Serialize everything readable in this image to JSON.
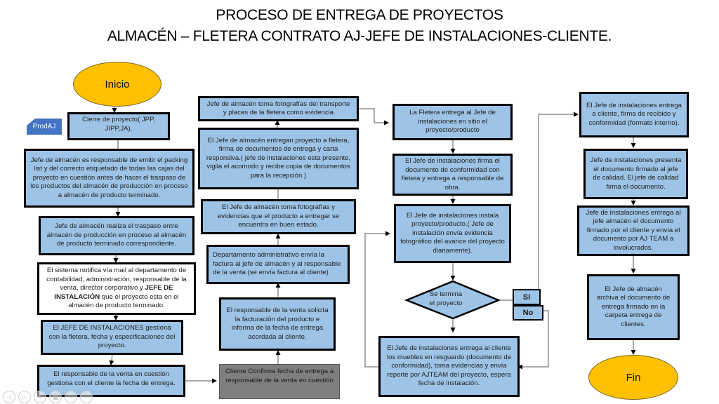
{
  "title": {
    "line1": "PROCESO DE ENTREGA DE PROYECTOS",
    "line2": "ALMACÉN – FLETERA CONTRATO AJ-JEFE DE INSTALACIONES-CLIENTE."
  },
  "colors": {
    "process_fill": "#9dc3e6",
    "terminal_fill": "#ffc000",
    "tag_fill": "#4472c4",
    "client_fill": "#7f7f7f"
  },
  "tag": {
    "label": "ProdAJ"
  },
  "start": {
    "label": "Inicio"
  },
  "end": {
    "label": "Fin"
  },
  "column1": [
    {
      "text": "Cierre de proyecto( JPP, JIPP,JA)."
    },
    {
      "text": "Jefe de almacén es responsable de emitir el packing list y del correcto etiquetado de todas las cajas del proyecto en cuestión antes de hacer el traspaso de los productos del almacén de producción en proceso a almacén de producto terminado."
    },
    {
      "text": "Jefe de almacén realiza el traspaso entre almacén de producción en proceso al almacén de producto terminado correspondiente."
    },
    {
      "text_before": "El sistema notifica vía mail al departamento de contabilidad, administración, responsable de la venta, director corporativo y ",
      "text_bold": "JEFE DE INSTALACIÓN",
      "text_after": " que el proyecto esta en el almacén de producto terminado."
    },
    {
      "text": "El JEFE DE INSTALACIONES gestiona con la fletera, fecha y especificaciones del proyecto."
    },
    {
      "text": "El responsable de la venta en cuestión gestiona con el cliente la fecha de entrega."
    }
  ],
  "column2": [
    {
      "text": "Jefe de almacén toma fotografías del transporte y placas de la fletera como evidencia"
    },
    {
      "text": "El Jefe de almacén entregan proyecto a fletera, firma de documentos de entrega y carta responsiva.( jefe de instalaciones esta presente, vigila el acomodo y recibe copia de documentos para la recepción )"
    },
    {
      "text": "El Jefe de almacén toma fotografías y evidencias que el producto a entregar se encuentra en buen estado."
    },
    {
      "text": "Departamento administrativo envía la factura al jefe de almacén y al responsable de la venta (se envía factura al cliente)"
    },
    {
      "text": "El responsable de la venta solicita la facturación del producto e informa de la fecha de entrega acordada al cliente."
    },
    {
      "text": "Cliente Confirma fecha de entrega a responsable de la venta en cuestión"
    }
  ],
  "column3": [
    {
      "text": "La Fletera entrega al Jefe de instalaciones en sitio el proyecto/producto"
    },
    {
      "text": "El Jefe de instalaciones firma el documento de conformidad con fletera y  entrega a responsable de obra."
    },
    {
      "text": "El Jefe de instalaciones instala proyecto/producto.( Jefe de instalación envía evidencia fotográfico del avance del proyecto diariamente)."
    },
    {
      "text": "El Jefe de instalaciones entrega al cliente los muebles en resguardo (documento de conformidad), toma evidencias y envía reporte por AJTEAM del proyecto, espera fecha de instalación."
    }
  ],
  "decision": {
    "text_line1": "Se termina",
    "text_line2": "el proyecto",
    "yes": "Si",
    "no": "No"
  },
  "column4": [
    {
      "text": "El Jefe de instalaciones entrega a cliente, firma de recibido y conformidad (formato interno)."
    },
    {
      "text": "Jefe de instalaciones presenta el documento firmado al jefe de calidad. El jefe de calidad firma el documento."
    },
    {
      "text": "Jefe de instalaciones entrega al jefe almacén el  documento firmado por el cliente  y envía el documento por AJ TEAM a involucrados."
    },
    {
      "text": "El Jefe de almacén archiva el documento de entrega firmado en la carpeta entrega de clientes."
    }
  ],
  "slideshow_controls": [
    {
      "icon": "previous-icon",
      "glyph": "◁"
    },
    {
      "icon": "next-icon",
      "glyph": "▷"
    },
    {
      "icon": "pen-icon",
      "glyph": "✎"
    },
    {
      "icon": "slides-icon",
      "glyph": "▦"
    },
    {
      "icon": "zoom-icon",
      "glyph": "⌕"
    },
    {
      "icon": "more-icon",
      "glyph": "⋯"
    }
  ]
}
